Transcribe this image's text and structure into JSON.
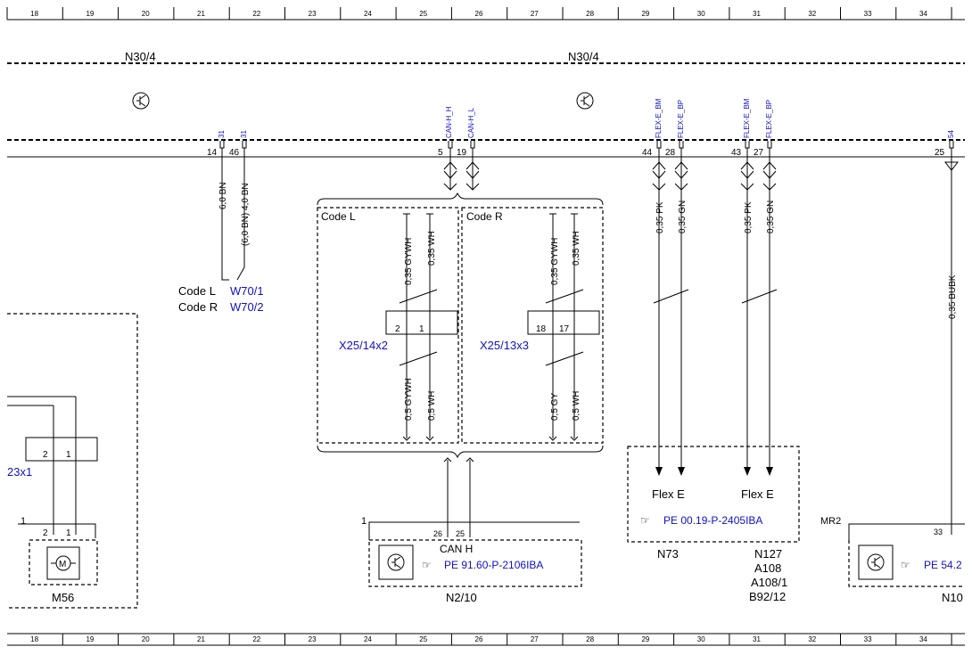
{
  "ruler_columns": [
    "18",
    "19",
    "20",
    "21",
    "22",
    "23",
    "24",
    "25",
    "26",
    "27",
    "28",
    "29",
    "30",
    "31",
    "32",
    "33",
    "34"
  ],
  "module_labels": [
    "N30/4",
    "N30/4"
  ],
  "top_pin_signals": {
    "p14": "31",
    "p46": "31",
    "p5": "CAN-H_H",
    "p19": "CAN-H_L",
    "p44": "FLEX-E_BM",
    "p28": "FLEX-E_BP",
    "p43": "FLEX-E_BM",
    "p27": "FLEX-E_BP",
    "p25": "54"
  },
  "top_pin_numbers": {
    "p14": "14",
    "p46": "46",
    "p5": "5",
    "p19": "19",
    "p44": "44",
    "p28": "28",
    "p43": "43",
    "p27": "27",
    "p25": "25"
  },
  "wires": {
    "w14": "6,0 BN",
    "w46": "(6,0 BN) 4,0 BN",
    "cl1": "0,35 GYWH",
    "cl2": "0,35 WH",
    "cl3": "0,5 GYWH",
    "cl4": "0,5 WH",
    "cr1": "0,35 GYWH",
    "cr2": "0,35 WH",
    "cr3": "0,5 GY",
    "cr4": "0,5 WH",
    "f1": "0,35 PK",
    "f2": "0,35 GN",
    "f3": "0,35 PK",
    "f4": "0,35 GN",
    "w25": "0,35 BUBK"
  },
  "code_ref": {
    "code_l": "Code L",
    "code_r": "Code R",
    "ref_l": "W70/1",
    "ref_r": "W70/2"
  },
  "code_boxes": {
    "left": "Code L",
    "right": "Code R"
  },
  "connectors": {
    "x25_14x2": "X25/14x2",
    "x25_13x3": "X25/13x3",
    "x23": "23x1",
    "pins_l": [
      "2",
      "1"
    ],
    "pins_r": [
      "18",
      "17"
    ],
    "pins_x23": [
      "2",
      "1"
    ],
    "pins_m56": [
      "2",
      "1"
    ]
  },
  "components": {
    "m56": "M56",
    "m56_pin": "1",
    "n2_10": "N2/10",
    "n2_10_pin": "1",
    "n2_10_pins": [
      "26",
      "25"
    ],
    "can_h": "CAN H",
    "ref_n2": "PE 91.60-P-2106IBA",
    "flex_e": "Flex E",
    "flex_e2": "Flex E",
    "ref_flex": "PE 00.19-P-2405IBA",
    "n73": "N73",
    "n127": "N127",
    "a108": "A108",
    "a108_1": "A108/1",
    "b92_12": "B92/12",
    "mr2": "MR2",
    "n10_pin": "33",
    "ref_n10": "PE 54.2",
    "n10": "N10"
  }
}
